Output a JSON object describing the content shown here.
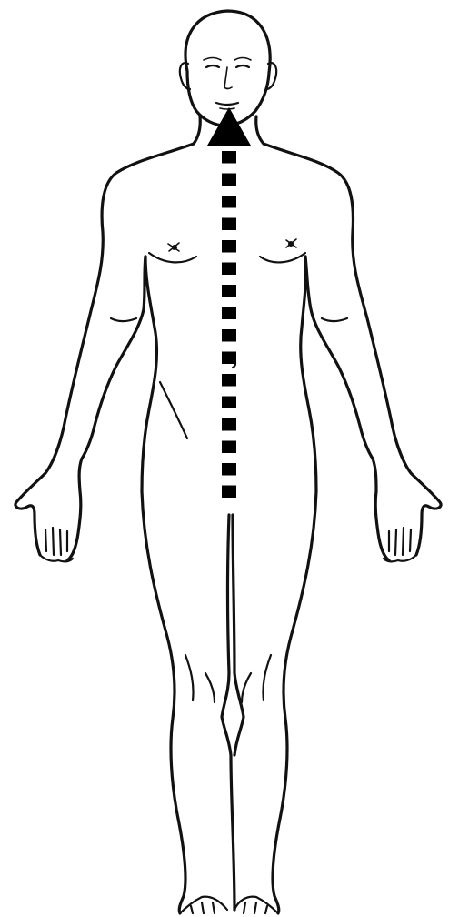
{
  "figure": {
    "subject": "anterior-view-human-body",
    "line_color": "#111111",
    "background_color": "#ffffff"
  },
  "arrow": {
    "direction": "up",
    "style": "dashed",
    "color": "#000000",
    "dash_count": 16
  }
}
